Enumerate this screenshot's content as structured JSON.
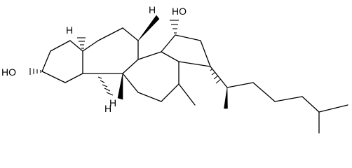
{
  "labels": {
    "oh_3": "HO",
    "oh_15": "HO",
    "h_5": "H",
    "h_8": "H",
    "h_9": "H",
    "h_14": "H"
  },
  "colors": {
    "bond": "#000000",
    "background": "#ffffff"
  }
}
